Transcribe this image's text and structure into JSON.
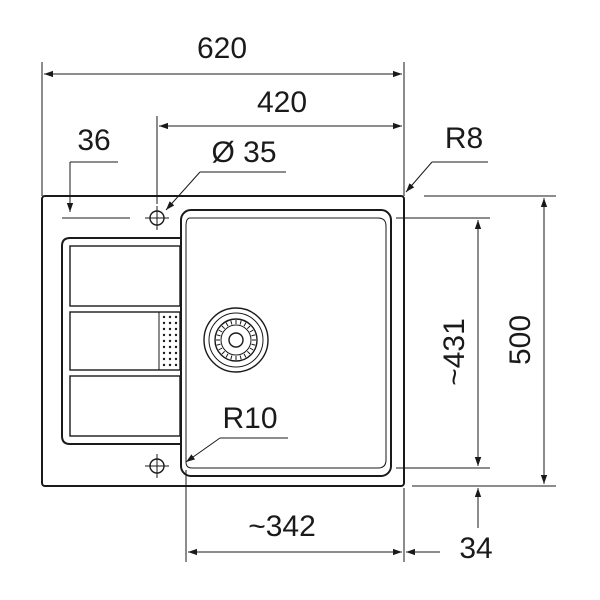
{
  "dimensions": {
    "total_width": "620",
    "bowl_offset_width": "420",
    "left_offset": "36",
    "tap_hole": "Ø 35",
    "corner_radius_outer": "R8",
    "corner_radius_bowl": "R10",
    "bowl_depth": "~431",
    "total_depth": "500",
    "bowl_width": "~342",
    "bottom_offset": "34"
  }
}
